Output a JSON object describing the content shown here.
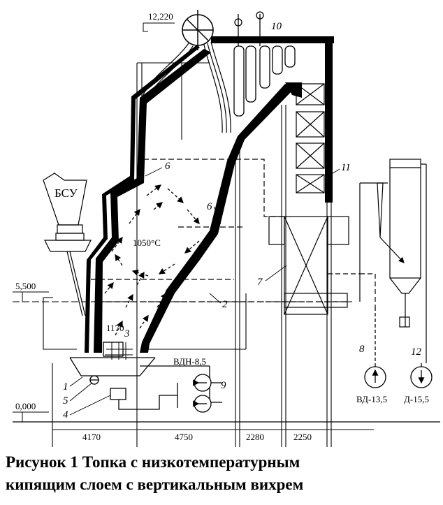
{
  "elevations": {
    "top": "12,220",
    "mid": "5,500",
    "ground": "0,000"
  },
  "dimensions": [
    "4170",
    "4750",
    "2280",
    "2250"
  ],
  "labels": {
    "bsu": "БСУ",
    "temperature": "1050°C",
    "bed_width": "1170",
    "vdn": "ВДН-8,5",
    "vd": "ВД-13,5",
    "d": "Д-15,5"
  },
  "callouts": [
    "1",
    "2",
    "3",
    "4",
    "5",
    "6",
    "6",
    "7",
    "8",
    "9",
    "10",
    "11",
    "12"
  ],
  "caption": {
    "line1": "Рисунок 1 Топка с низкотемпературным",
    "line2": "кипящим слоем с вертикальным вихрем"
  }
}
